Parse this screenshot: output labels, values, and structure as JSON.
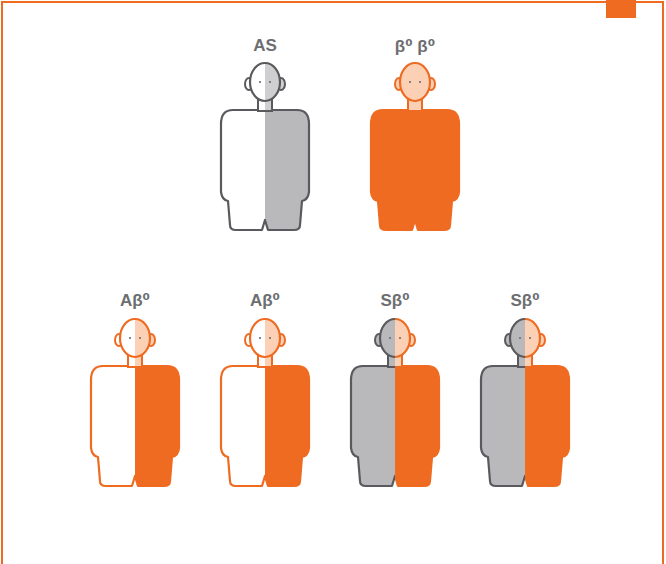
{
  "diagram": {
    "labels": [
      "AS",
      "β⁰ β⁰",
      "Aβ⁰",
      "Aβ⁰",
      "Sβ⁰",
      "Sβ⁰"
    ]
  }
}
